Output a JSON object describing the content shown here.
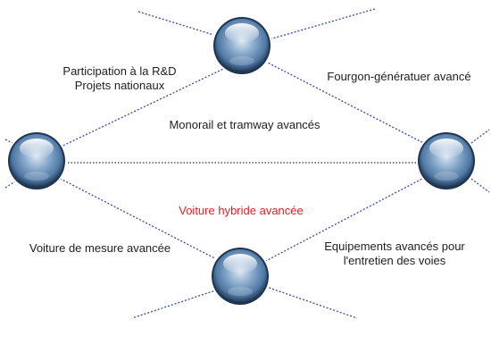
{
  "diagram": {
    "labels": {
      "participation": {
        "line1": "Participation à la R&D",
        "line2": "Projets nationaux"
      },
      "fourgon": "Fourgon-génératuer avancé",
      "monorail": "Monorail et tramway avancés",
      "hybride": "Voiture hybride avancée",
      "mesure": "Voiture de mesure avancée",
      "equipements": {
        "line1": "Equipements avancés pour",
        "line2": "l'entretien des voies"
      }
    },
    "colors": {
      "line_blue": "#3a4aa8",
      "line_dark": "#333333",
      "text": "#1e1e1e",
      "highlight": "#e02020",
      "sphere_light": "#dbe7f3",
      "sphere_mid": "#4f78a3",
      "sphere_dark": "#12243d"
    },
    "node_icon": "glass-sphere-icon"
  }
}
